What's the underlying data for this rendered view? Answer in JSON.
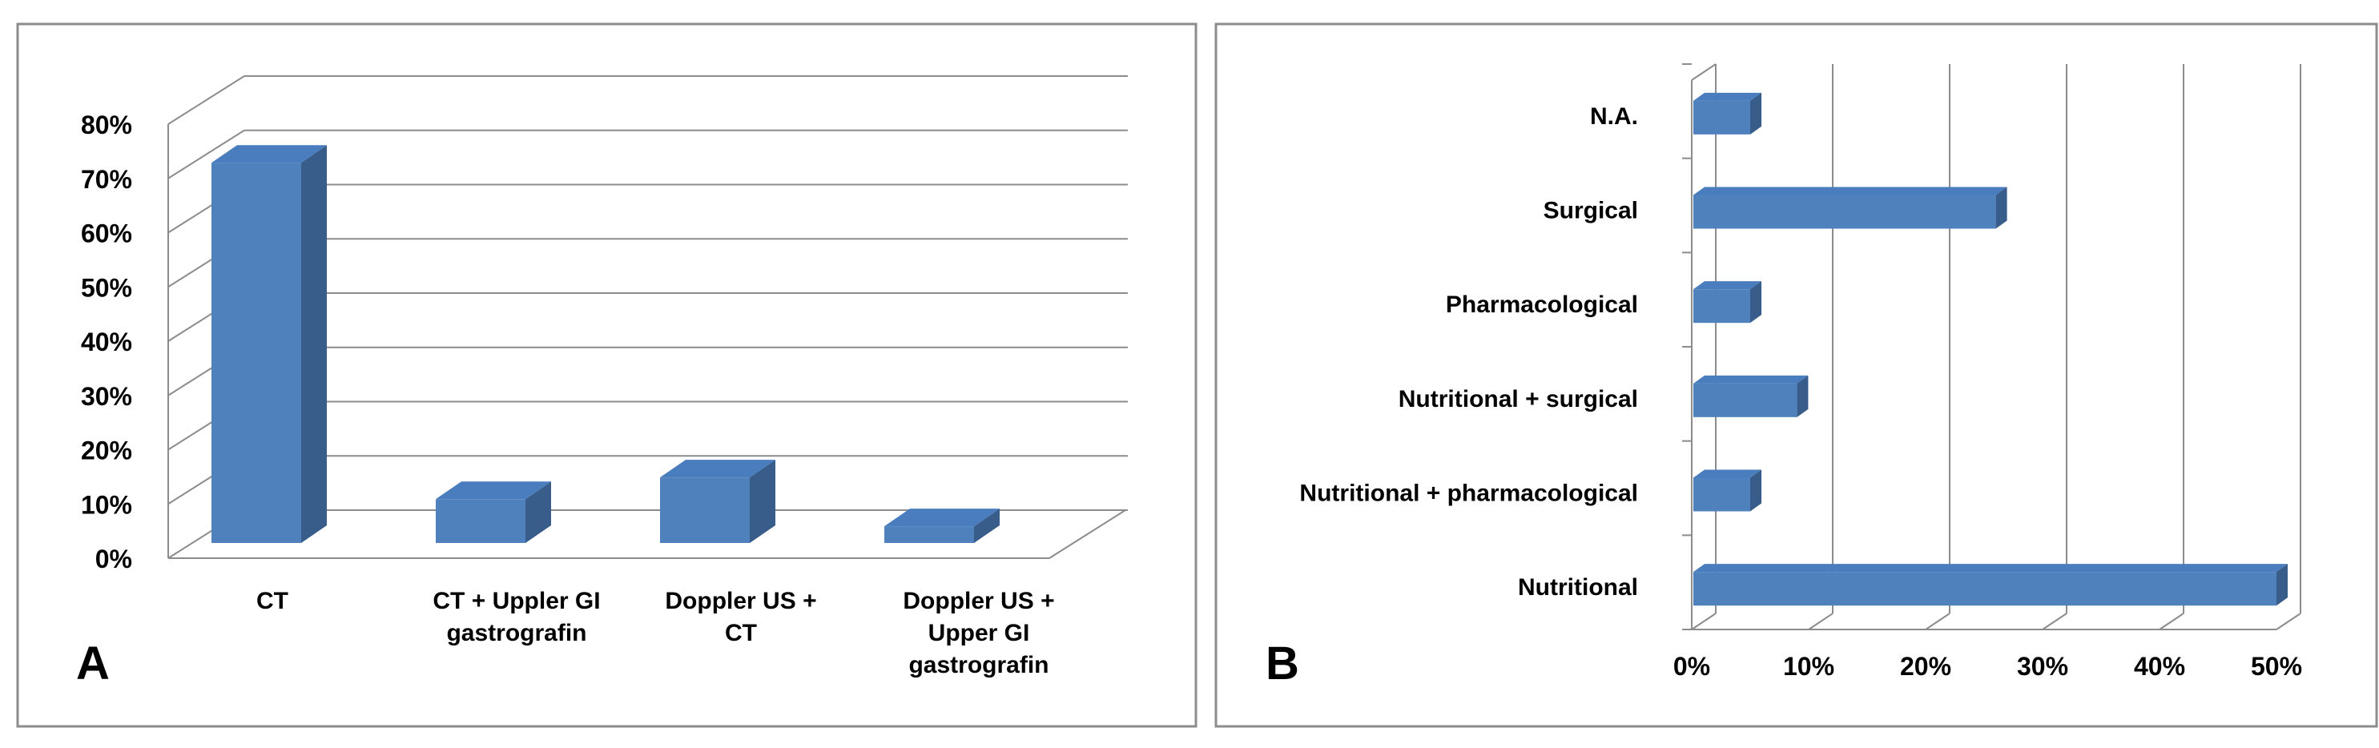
{
  "colors": {
    "bar_front": "#4F81BD",
    "bar_top": "#4A7DBD",
    "bar_side": "#385D8A",
    "grid": "#8C8C8C",
    "frame": "#8C8C8C"
  },
  "chart_data": [
    {
      "panel_label": "A",
      "type": "bar",
      "orientation": "vertical",
      "style": "3d",
      "title": "",
      "xlabel": "",
      "ylabel": "",
      "categories": [
        [
          "CT"
        ],
        [
          "CT + Uppler GI",
          "gastrografin"
        ],
        [
          "Doppler US +",
          "CT"
        ],
        [
          "Doppler US +",
          "Upper GI",
          "gastrografin"
        ]
      ],
      "values": [
        72,
        10,
        14,
        5
      ],
      "ylim": [
        0,
        80
      ],
      "yticks": [
        "0%",
        "10%",
        "20%",
        "30%",
        "40%",
        "50%",
        "60%",
        "70%",
        "80%"
      ],
      "grid": true,
      "legend": "none"
    },
    {
      "panel_label": "B",
      "type": "bar",
      "orientation": "horizontal",
      "style": "3d",
      "title": "",
      "xlabel": "",
      "ylabel": "",
      "categories": [
        "Nutritional",
        "Nutritional + pharmacological",
        "Nutritional + surgical",
        "Pharmacological",
        "Surgical",
        "N.A."
      ],
      "values": [
        50,
        5,
        9,
        5,
        26,
        5
      ],
      "xlim": [
        0,
        50
      ],
      "xticks": [
        "0%",
        "10%",
        "20%",
        "30%",
        "40%",
        "50%"
      ],
      "grid": true,
      "legend": "none"
    }
  ]
}
